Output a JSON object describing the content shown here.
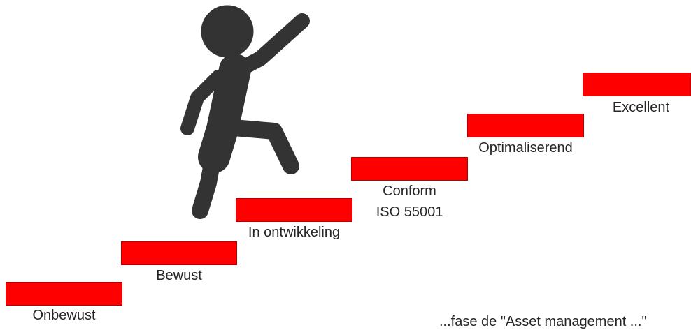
{
  "colors": {
    "step": "#ff0000",
    "figure": "#333333",
    "text": "#262626"
  },
  "steps": [
    {
      "label_line1": "Onbewust",
      "label_line2": ""
    },
    {
      "label_line1": "Bewust",
      "label_line2": ""
    },
    {
      "label_line1": "In ontwikkeling",
      "label_line2": ""
    },
    {
      "label_line1": "Conform",
      "label_line2": "ISO 55001"
    },
    {
      "label_line1": "Optimaliserend",
      "label_line2": ""
    },
    {
      "label_line1": "Excellent",
      "label_line2": ""
    }
  ],
  "figure_icon": "climbing-person-icon",
  "caption": "...fase de \"Asset management ...\""
}
